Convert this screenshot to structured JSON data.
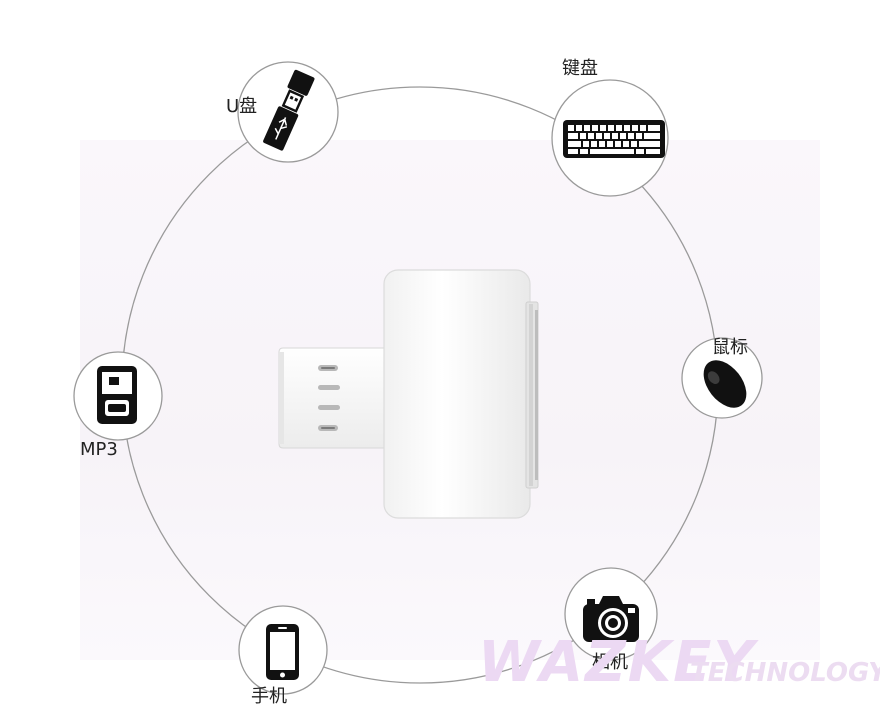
{
  "devices": {
    "usb": "U盘",
    "keyboard": "键盘",
    "mouse": "鼠标",
    "mp3": "MP3",
    "phone": "手机",
    "camera": "相机"
  },
  "watermark": {
    "brand": "WAZKEY",
    "subtitle": "TECHNOLOGY"
  },
  "colors": {
    "ring": "#9a9a9a",
    "icon": "#111111",
    "adapter": "#ffffff",
    "watermark": "#ecd9f3"
  },
  "icons": [
    "usb-drive-icon",
    "keyboard-icon",
    "mouse-icon",
    "mp3-player-icon",
    "phone-icon",
    "camera-icon",
    "otg-adapter"
  ]
}
